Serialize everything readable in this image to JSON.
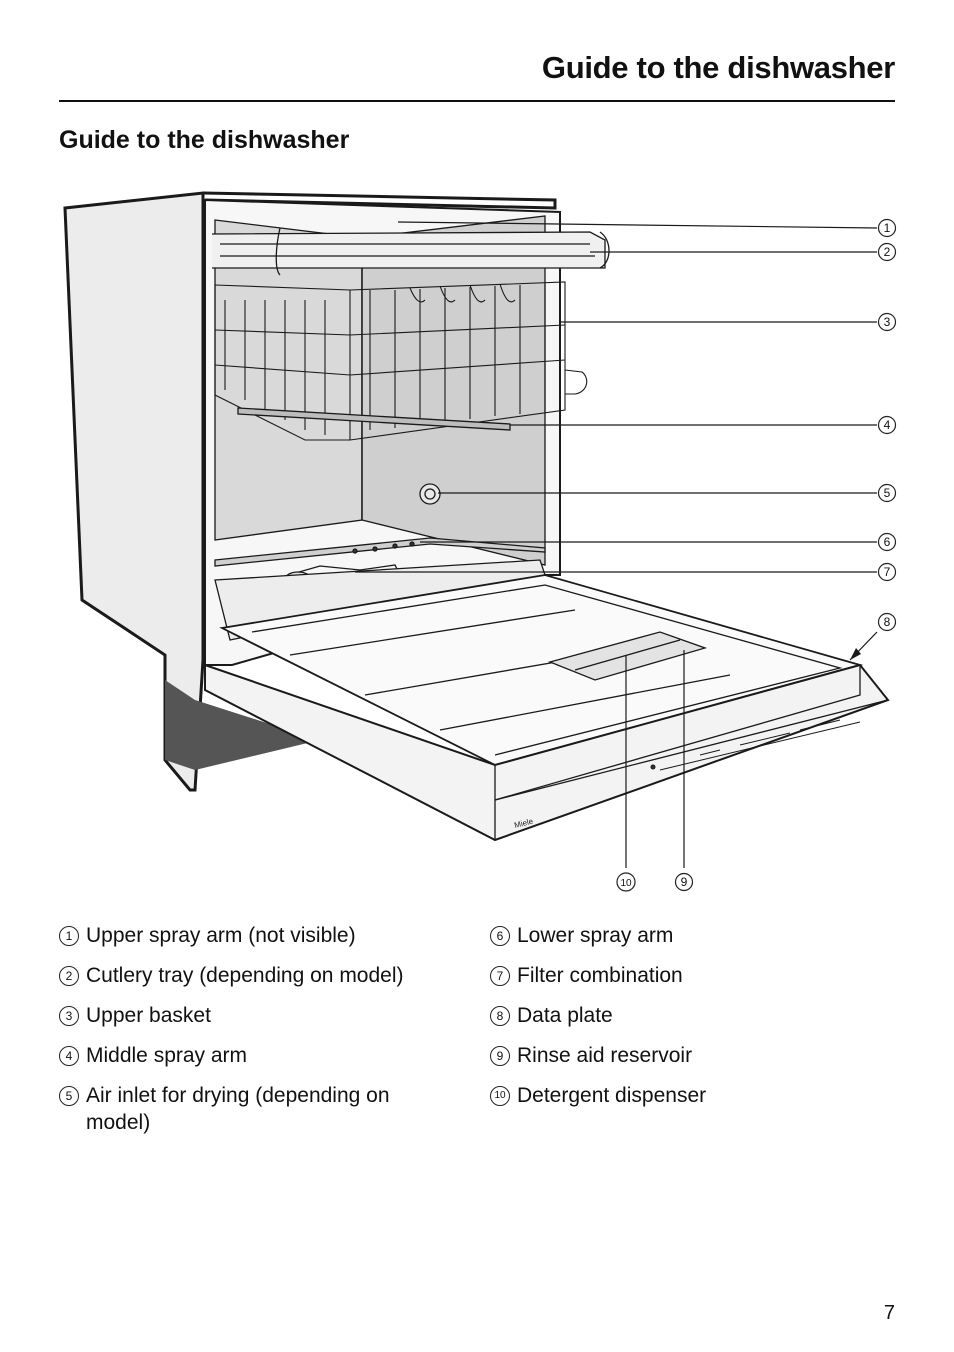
{
  "header": {
    "title": "Guide to the dishwasher"
  },
  "section": {
    "title": "Guide to the dishwasher"
  },
  "figure": {
    "callouts": [
      "1",
      "2",
      "3",
      "4",
      "5",
      "6",
      "7",
      "8",
      "10",
      "9"
    ],
    "brand_mark": "Miele"
  },
  "legend": {
    "left": [
      {
        "num": "1",
        "text": "Upper spray arm (not visible)"
      },
      {
        "num": "2",
        "text": "Cutlery tray (depending on model)"
      },
      {
        "num": "3",
        "text": "Upper basket"
      },
      {
        "num": "4",
        "text": "Middle spray arm"
      },
      {
        "num": "5",
        "text": "Air inlet for drying (depending on model)"
      }
    ],
    "right": [
      {
        "num": "6",
        "text": "Lower spray arm"
      },
      {
        "num": "7",
        "text": "Filter combination"
      },
      {
        "num": "8",
        "text": "Data plate"
      },
      {
        "num": "9",
        "text": "Rinse aid reservoir"
      },
      {
        "num": "10",
        "text": "Detergent dispenser"
      }
    ]
  },
  "page": {
    "number": "7"
  }
}
